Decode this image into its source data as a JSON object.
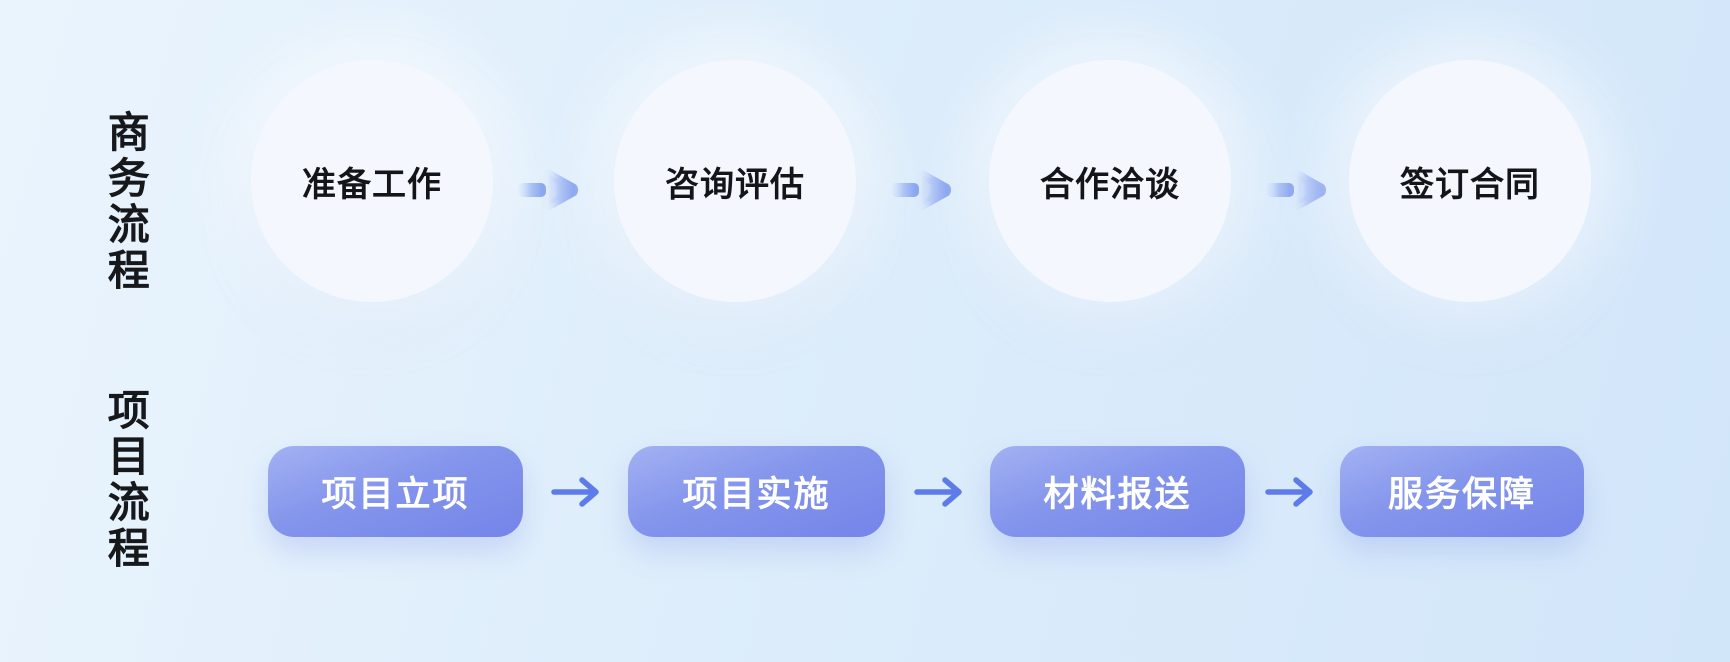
{
  "business_flow": {
    "row_label": "商务流程",
    "steps": [
      "准备工作",
      "咨询评估",
      "合作洽谈",
      "签订合同"
    ]
  },
  "project_flow": {
    "row_label": "项目流程",
    "steps": [
      "项目立项",
      "项目实施",
      "材料报送",
      "服务保障"
    ]
  },
  "colors": {
    "background_left": "#eaf4fd",
    "background_right": "#d2e6fa",
    "circle_fill": "#f4f8fe",
    "circle_text": "#141519",
    "row_label_text": "#17181c",
    "button_gradient_top": "#a3b1f2",
    "button_gradient_bottom": "#7484e9",
    "button_text": "#ffffff",
    "block_arrow_head": "#7e9cee",
    "block_arrow_tail": "#cfdcf9",
    "line_arrow": "#5d7cea"
  }
}
